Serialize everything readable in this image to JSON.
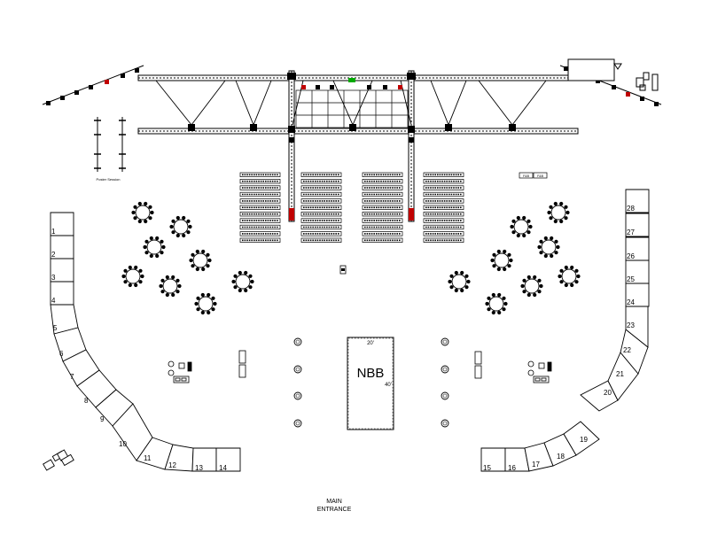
{
  "floorplan": {
    "booths_left": [
      "1",
      "2",
      "3",
      "4",
      "5",
      "6",
      "7",
      "8",
      "9",
      "10",
      "11",
      "12",
      "13",
      "14"
    ],
    "booths_right": [
      "15",
      "16",
      "17",
      "18",
      "19",
      "20",
      "21",
      "22",
      "23",
      "24",
      "25",
      "26",
      "27",
      "28"
    ],
    "center_booth": {
      "label": "NBB",
      "width_label": "20'",
      "depth_label": "40'"
    },
    "poster_label": "Poster Session",
    "fb_label": "F&B",
    "entrance_line1": "MAIN",
    "entrance_line2": "ENTRANCE"
  }
}
